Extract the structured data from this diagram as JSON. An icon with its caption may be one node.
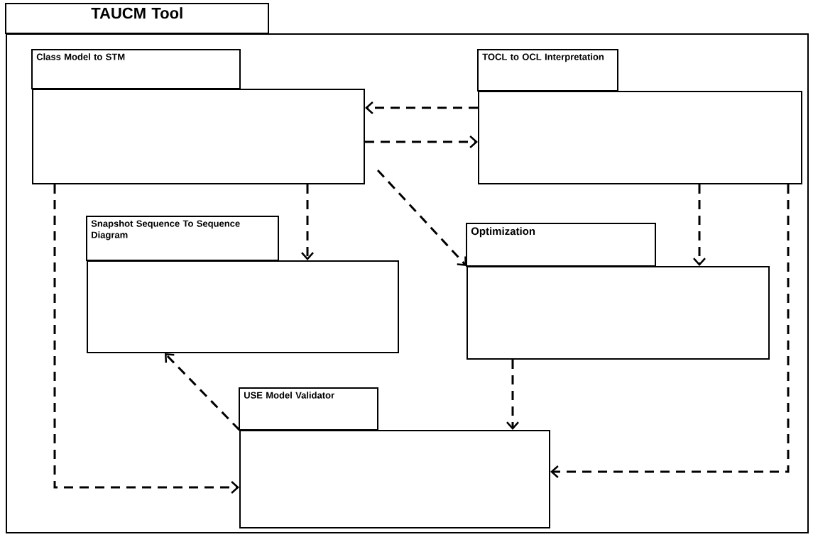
{
  "diagram": {
    "nodes": [
      {
        "text": [
          "TAUCM Tool"
        ]
      },
      {
        "text": [
          "Class Model to STM"
        ],
        "in": 0
      },
      {
        "text": [
          "TOCL to OCL Interpretation"
        ],
        "in": 0
      },
      {
        "text": [
          "Snapshot Sequence To Sequence Diagram"
        ],
        "in": 0
      },
      {
        "text": [
          "Optimization"
        ],
        "in": 0
      },
      {
        "text": [
          "USE Model Validator"
        ],
        "in": 0
      }
    ],
    "edges": [
      {
        "from": 2,
        "to": 1,
        "arrow": "to",
        "style": "dashed"
      },
      {
        "from": 1,
        "to": 2,
        "arrow": "to",
        "style": "dashed"
      },
      {
        "from": 1,
        "to": 3,
        "arrow": "to",
        "style": "dashed"
      },
      {
        "from": 1,
        "to": 4,
        "arrow": "to",
        "style": "dashed"
      },
      {
        "from": 2,
        "to": 4,
        "arrow": "to",
        "style": "dashed"
      },
      {
        "from": 1,
        "to": 5,
        "arrow": "to",
        "style": "dashed"
      },
      {
        "from": 5,
        "to": 3,
        "arrow": "to",
        "style": "dashed"
      },
      {
        "from": 4,
        "to": 5,
        "arrow": "to",
        "style": "dashed"
      },
      {
        "from": 2,
        "to": 5,
        "arrow": "to",
        "style": "dashed"
      }
    ]
  }
}
